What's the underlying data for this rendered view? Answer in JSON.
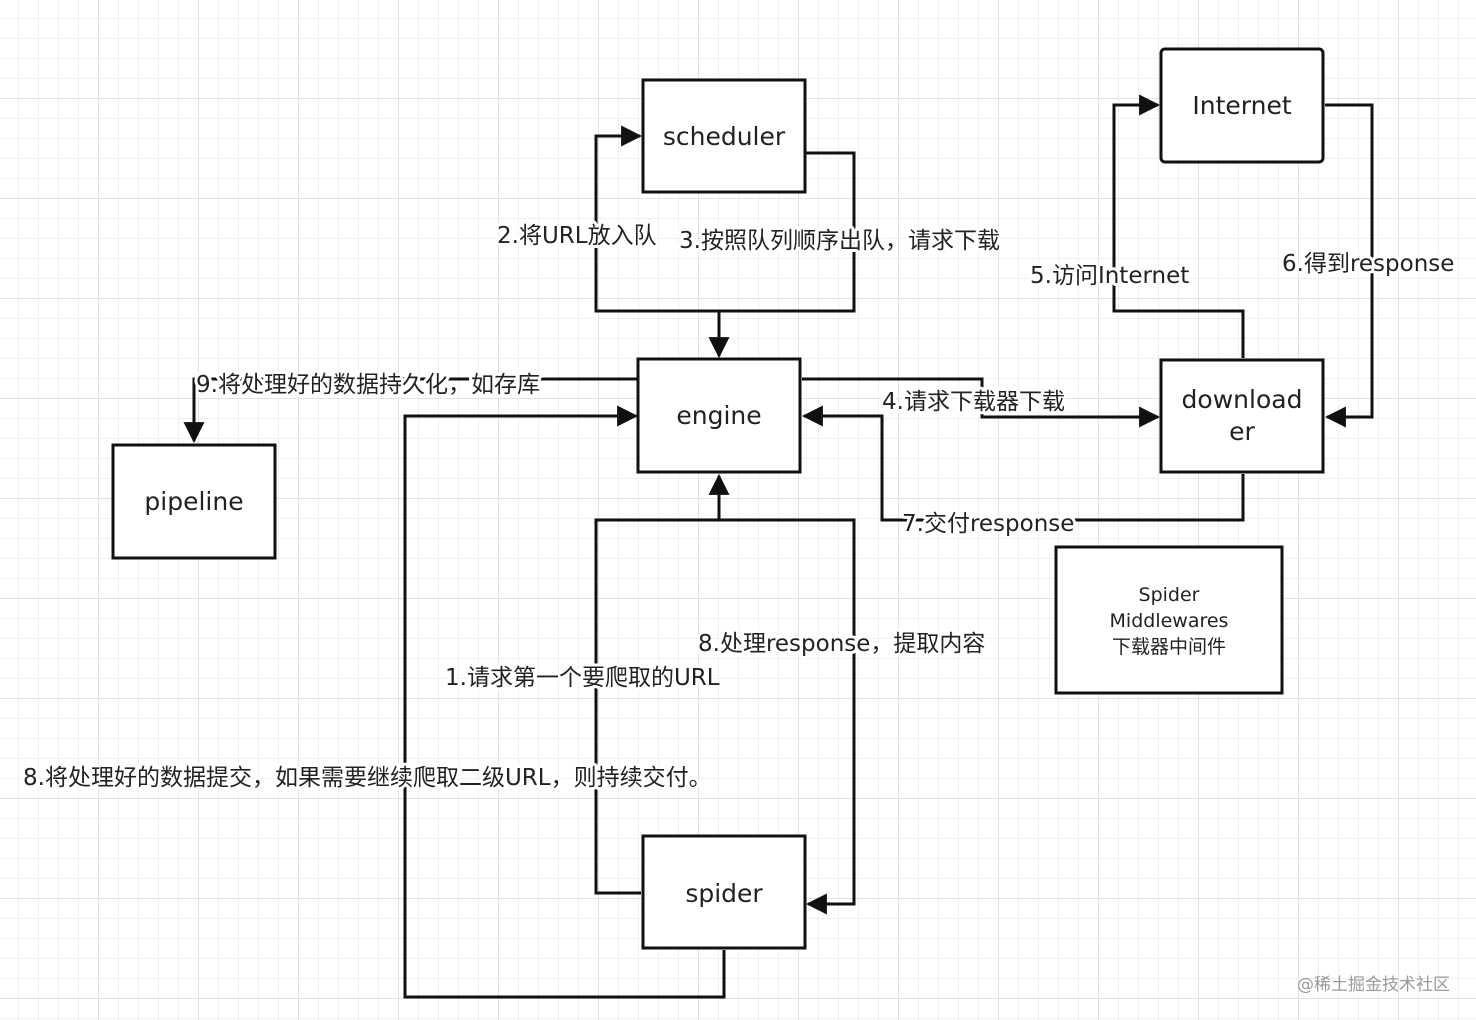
{
  "nodes": {
    "scheduler": "scheduler",
    "engine": "engine",
    "internet": "Internet",
    "downloader_line1": "download",
    "downloader_line2": "er",
    "pipeline": "pipeline",
    "spider": "spider",
    "middleware_line1": "Spider",
    "middleware_line2": "Middlewares",
    "middleware_line3": "下载器中间件"
  },
  "edges": {
    "e2": "2.将URL放入队",
    "e3": "3.按照队列顺序出队，请求下载",
    "e4": "4.请求下载器下载",
    "e5": "5.访问Internet",
    "e6": "6.得到response",
    "e7": "7.交付response",
    "e8a": "8.处理response，提取内容",
    "e1": "1.请求第一个要爬取的URL",
    "e8b": "8.将处理好的数据提交，如果需要继续爬取二级URL，则持续交付。",
    "e9": "9.将处理好的数据持久化，如存库"
  },
  "watermark": "@稀土掘金技术社区"
}
